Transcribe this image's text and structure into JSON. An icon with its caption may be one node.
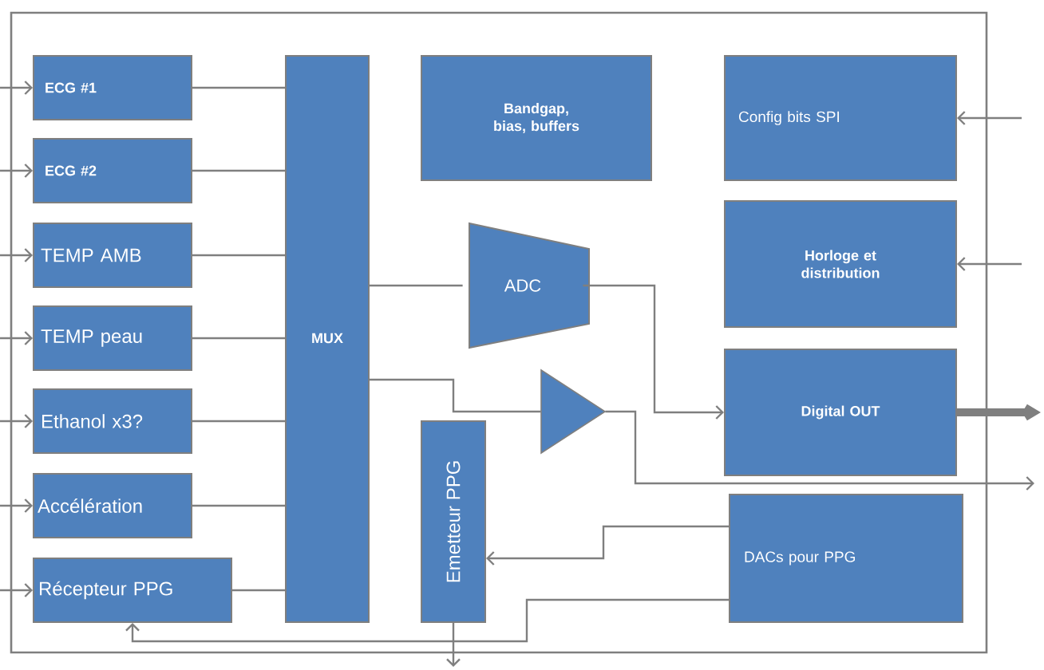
{
  "diagram": {
    "nodes": [
      {
        "text": [],
        "shape": "box"
      },
      {
        "text": [
          "ECG #1"
        ],
        "in": 0
      },
      {
        "text": [
          "ECG #2"
        ],
        "in": 0
      },
      {
        "text": [
          "TEMP AMB"
        ],
        "in": 0
      },
      {
        "text": [
          "TEMP peau"
        ],
        "in": 0
      },
      {
        "text": [
          "Ethanol x3?"
        ],
        "in": 0
      },
      {
        "text": [
          "Accélération"
        ],
        "in": 0
      },
      {
        "text": [
          "Récepteur PPG"
        ],
        "in": 0
      },
      {
        "text": [
          "MUX"
        ],
        "in": 0
      },
      {
        "text": [
          "**Bandgap**, bias, **buffers**"
        ],
        "in": 0
      },
      {
        "text": [
          "ADC"
        ],
        "in": 0
      },
      {
        "text": [],
        "shape": "triangle",
        "in": 0
      },
      {
        "text": [
          "Emetteur PPG"
        ],
        "in": 0
      },
      {
        "text": [
          "Config bits SPI"
        ],
        "in": 0
      },
      {
        "text": [
          "Horloge et distribution"
        ],
        "in": 0
      },
      {
        "text": [
          "Digital OUT"
        ],
        "in": 0
      },
      {
        "text": [
          "DACs pour PPG"
        ],
        "in": 0
      }
    ],
    "edges": [
      {
        "from": null,
        "to": 1,
        "arrow": "to"
      },
      {
        "from": null,
        "to": 2,
        "arrow": "to"
      },
      {
        "from": null,
        "to": 3,
        "arrow": "to"
      },
      {
        "from": null,
        "to": 4,
        "arrow": "to"
      },
      {
        "from": null,
        "to": 5,
        "arrow": "to"
      },
      {
        "from": null,
        "to": 6,
        "arrow": "to"
      },
      {
        "from": null,
        "to": 7,
        "arrow": "to"
      },
      {
        "from": 1,
        "to": 8,
        "arrow": "none"
      },
      {
        "from": 2,
        "to": 8,
        "arrow": "none"
      },
      {
        "from": 3,
        "to": 8,
        "arrow": "none"
      },
      {
        "from": 4,
        "to": 8,
        "arrow": "none"
      },
      {
        "from": 5,
        "to": 8,
        "arrow": "none"
      },
      {
        "from": 6,
        "to": 8,
        "arrow": "none"
      },
      {
        "from": 7,
        "to": 8,
        "arrow": "none"
      },
      {
        "from": 8,
        "to": 10,
        "arrow": "none"
      },
      {
        "from": 10,
        "to": 15,
        "arrow": "to"
      },
      {
        "from": 8,
        "to": 11,
        "arrow": "none"
      },
      {
        "from": 11,
        "to": null,
        "arrow": "to"
      },
      {
        "from": null,
        "to": 13,
        "arrow": "to"
      },
      {
        "from": null,
        "to": 14,
        "arrow": "to"
      },
      {
        "from": 15,
        "to": null,
        "arrow": "to",
        "style": "thick"
      },
      {
        "from": 16,
        "to": 12,
        "arrow": "to"
      },
      {
        "from": 16,
        "to": 7,
        "arrow": "to"
      },
      {
        "from": 12,
        "to": null,
        "arrow": "to"
      }
    ]
  }
}
